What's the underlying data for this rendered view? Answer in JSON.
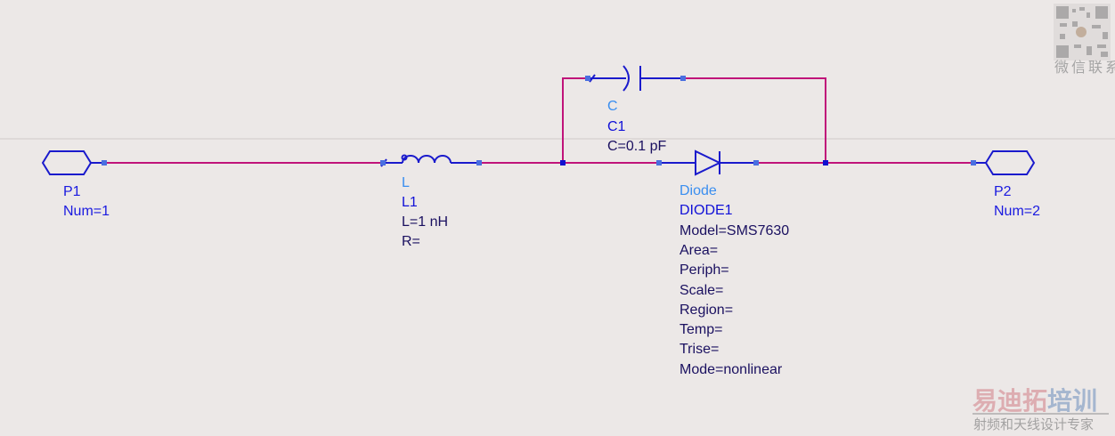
{
  "ports": [
    {
      "type_label": "P1",
      "param": "Num=1"
    },
    {
      "type_label": "P2",
      "param": "Num=2"
    }
  ],
  "inductor": {
    "type": "L",
    "name": "L1",
    "params": [
      "L=1 nH",
      "R="
    ]
  },
  "capacitor": {
    "type": "C",
    "name": "C1",
    "params": [
      "C=0.1 pF"
    ]
  },
  "diode": {
    "type": "Diode",
    "name": "DIODE1",
    "params": [
      "Model=SMS7630",
      "Area=",
      "Periph=",
      "Scale=",
      "Region=",
      "Temp=",
      "Trise=",
      "Mode=nonlinear"
    ]
  },
  "watermark": {
    "qr_caption": "微信联系",
    "brand_red": "易迪拓",
    "brand_blue": "培训",
    "tagline": "射频和天线设计专家"
  },
  "colors": {
    "wire": "#c0137a",
    "component": "#1a1acc",
    "pin": "#4a6fe0",
    "background": "#ece8e7"
  }
}
